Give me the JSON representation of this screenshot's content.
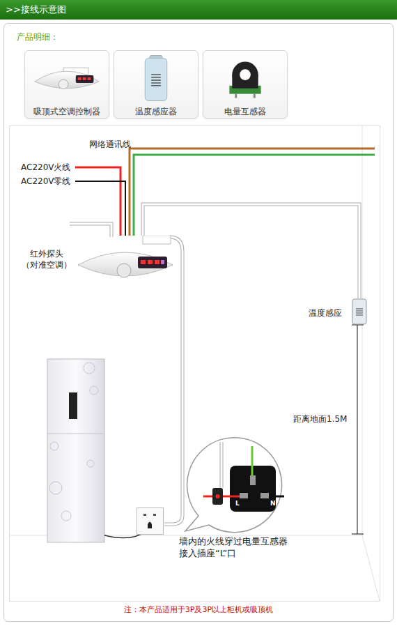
{
  "diagram": {
    "title": ">>接线示意图",
    "nodes": [
      {
        "text": [
          "吸顶式空调控制器"
        ]
      },
      {
        "text": [
          "温度感应器"
        ]
      },
      {
        "text": [
          "电量互感器"
        ]
      },
      {
        "text": [
          "红外探头 （对准空调）"
        ]
      },
      {
        "text": [
          "温度感应"
        ]
      }
    ],
    "edges": [
      {
        "from": 3,
        "to": 4,
        "arrow": "none"
      }
    ],
    "labels": [
      "产品明细：",
      "网络通讯线",
      "AC220V火线",
      "AC220V零线",
      "距离地面1.5M",
      "L",
      "N",
      "墙内的火线穿过电量互感器 接入插座“L”口",
      "注：本产品适用于3P及3P以上柜机或吸顶机"
    ]
  }
}
